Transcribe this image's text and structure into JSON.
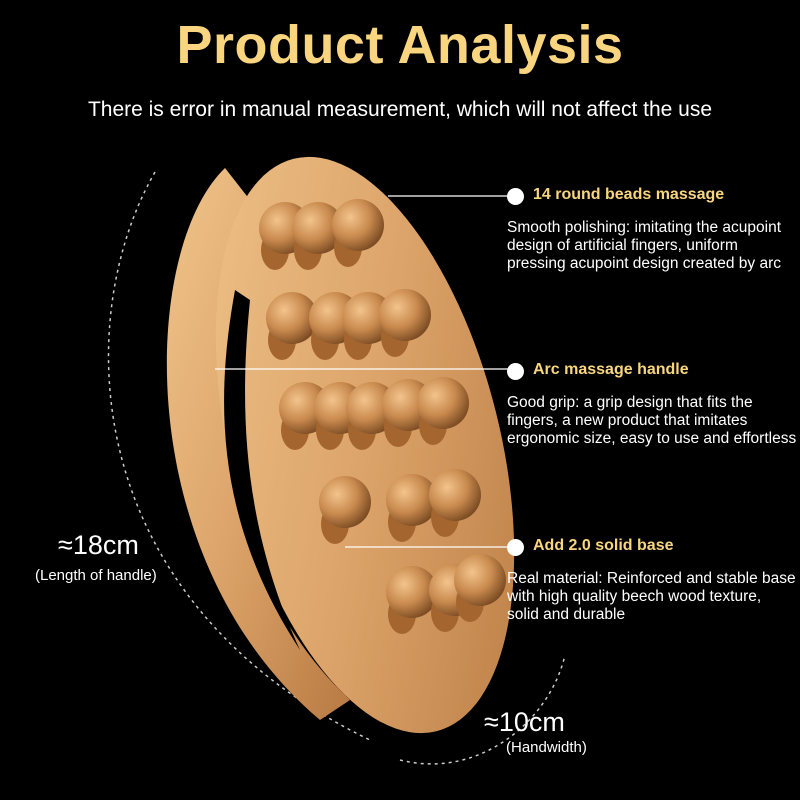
{
  "header": {
    "title": "Product Analysis",
    "subtitle": "There is error in manual measurement, which will not affect the use"
  },
  "callouts": [
    {
      "heading": "14 round beads massage",
      "body": "Smooth polishing: imitating the acupoint design of artificial fingers, uniform pressing acupoint design created by arc"
    },
    {
      "heading": "Arc massage handle",
      "body": "Good grip: a grip design that fits the fingers, a new product that imitates ergonomic size, easy to use and effortless"
    },
    {
      "heading": "Add 2.0 solid base",
      "body": "Real material: Reinforced and stable base with high quality beech wood texture, solid and durable"
    }
  ],
  "dimensions": {
    "length_value": "≈18cm",
    "length_label": "(Length of handle)",
    "width_value": "≈10cm",
    "width_label": "(Handwidth)"
  },
  "colors": {
    "accent": "#f8d57e",
    "wood": "#d9a066",
    "background": "#000000"
  }
}
